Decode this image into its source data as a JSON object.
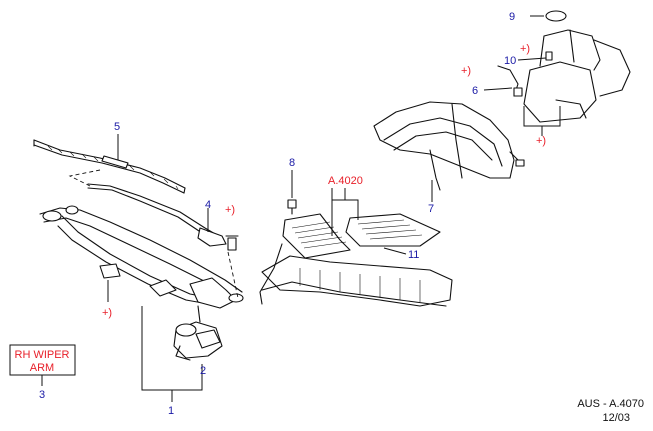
{
  "callouts": {
    "c1": "1",
    "c2": "2",
    "c3": "3",
    "c4": "4",
    "c5": "5",
    "c6": "6",
    "c7": "7",
    "c8": "8",
    "c9": "9",
    "c10": "10",
    "c11": "11"
  },
  "plus_marks": {
    "p1": "+)",
    "p2": "+)",
    "p3": "+)",
    "p4": "+)",
    "p5": "+)"
  },
  "section_ref": "A.4020",
  "rh_box": {
    "line1": "RH WIPER",
    "line2": "ARM"
  },
  "footer": {
    "code": "AUS - A.4070",
    "date": "12/03"
  },
  "colors": {
    "callout_blue": "#1a1aa6",
    "reference_red": "#e8202a",
    "line_black": "#111111"
  }
}
